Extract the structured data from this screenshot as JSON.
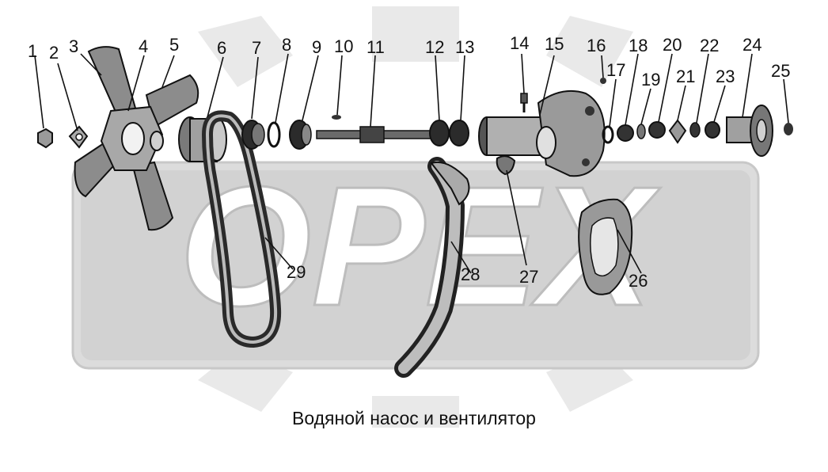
{
  "watermark": {
    "text": "ОРЕХ"
  },
  "caption": "Водяной насос и вентилятор",
  "callouts": [
    "1",
    "2",
    "3",
    "4",
    "5",
    "6",
    "7",
    "8",
    "9",
    "10",
    "11",
    "12",
    "13",
    "14",
    "15",
    "16",
    "17",
    "18",
    "19",
    "20",
    "21",
    "22",
    "23",
    "24",
    "25",
    "26",
    "27",
    "28",
    "29"
  ]
}
